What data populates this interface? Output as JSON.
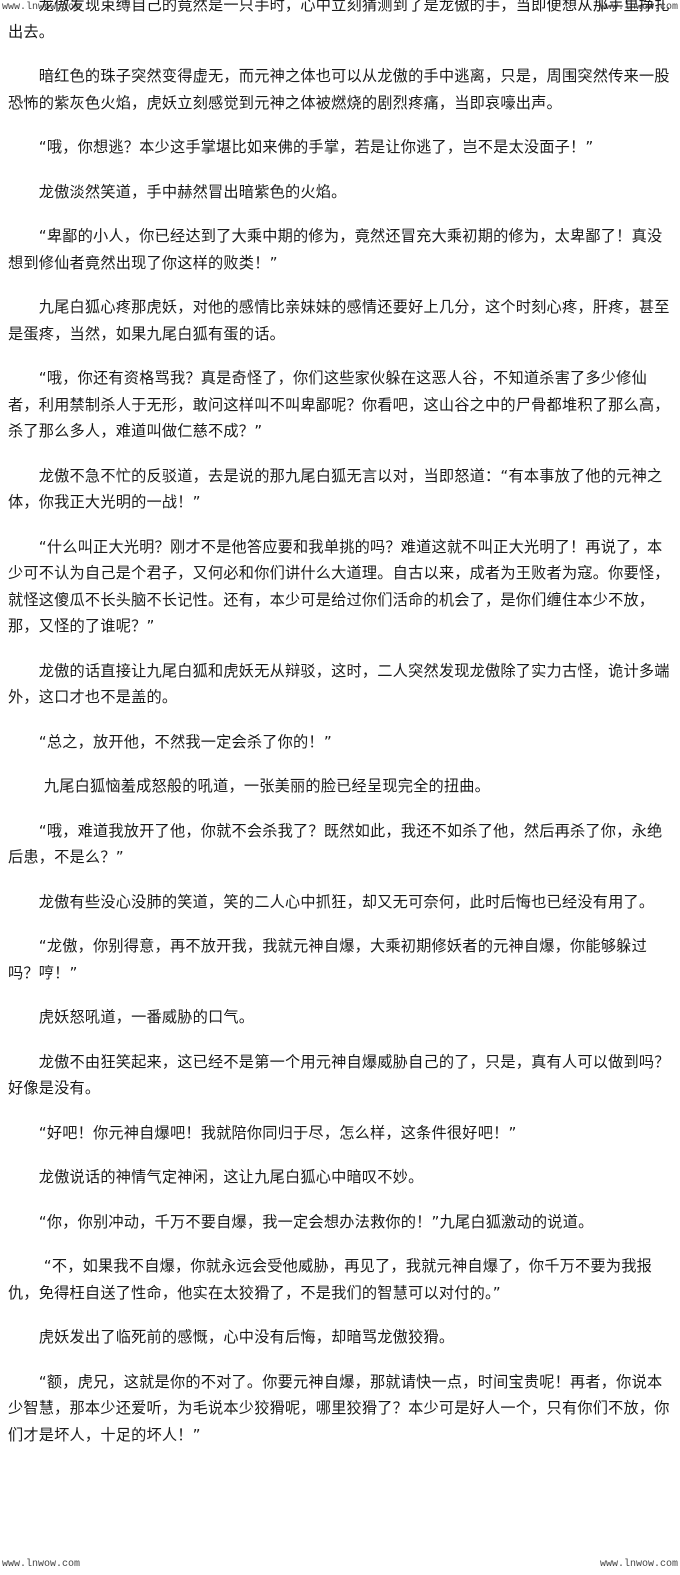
{
  "watermarks": {
    "top_left": "www.lnwow.com",
    "top_right": "www.lnwow.com",
    "bottom_left": "www.lnwow.com",
    "bottom_right": "www.lnwow.com"
  },
  "paragraphs": [
    "　　龙傲发现束缚自己的竟然是一只手时，心中立刻猜测到了是龙傲的手，当即便想从那手里挣扎出去。",
    "　　暗红色的珠子突然变得虚无，而元神之体也可以从龙傲的手中逃离，只是，周围突然传来一股恐怖的紫灰色火焰，虎妖立刻感觉到元神之体被燃烧的剧烈疼痛，当即哀嚎出声。",
    "　　“哦，你想逃？本少这手掌堪比如来佛的手掌，若是让你逃了，岂不是太没面子！”",
    "　　龙傲淡然笑道，手中赫然冒出暗紫色的火焰。",
    "　　“卑鄙的小人，你已经达到了大乘中期的修为，竟然还冒充大乘初期的修为，太卑鄙了！真没想到修仙者竟然出现了你这样的败类！”",
    "　　九尾白狐心疼那虎妖，对他的感情比亲妹妹的感情还要好上几分，这个时刻心疼，肝疼，甚至是蛋疼，当然，如果九尾白狐有蛋的话。",
    "　　“哦，你还有资格骂我？真是奇怪了，你们这些家伙躲在这恶人谷，不知道杀害了多少修仙者，利用禁制杀人于无形，敢问这样叫不叫卑鄙呢？你看吧，这山谷之中的尸骨都堆积了那么高，杀了那么多人，难道叫做仁慈不成？”",
    "　　龙傲不急不忙的反驳道，去是说的那九尾白狐无言以对，当即怒道：“有本事放了他的元神之体，你我正大光明的一战！”",
    "　　“什么叫正大光明？刚才不是他答应要和我单挑的吗？难道这就不叫正大光明了！再说了，本少可不认为自己是个君子，又何必和你们讲什么大道理。自古以来，成者为王败者为寇。你要怪，就怪这傻瓜不长头脑不长记性。还有，本少可是给过你们活命的机会了，是你们缠住本少不放，那，又怪的了谁呢？”",
    "　　龙傲的话直接让九尾白狐和虎妖无从辩驳，这时，二人突然发现龙傲除了实力古怪，诡计多端外，这口才也不是盖的。",
    "　　“总之，放开他，不然我一定会杀了你的！”",
    "　　 九尾白狐恼羞成怒般的吼道，一张美丽的脸已经呈现完全的扭曲。",
    "　　“哦，难道我放开了他，你就不会杀我了？既然如此，我还不如杀了他，然后再杀了你，永绝后患，不是么？”",
    "　　龙傲有些没心没肺的笑道，笑的二人心中抓狂，却又无可奈何，此时后悔也已经没有用了。",
    "　　“龙傲，你别得意，再不放开我，我就元神自爆，大乘初期修妖者的元神自爆，你能够躲过吗？哼！”",
    "　　虎妖怒吼道，一番威胁的口气。",
    "　　龙傲不由狂笑起来，这已经不是第一个用元神自爆威胁自己的了，只是，真有人可以做到吗？好像是没有。",
    "　　“好吧！你元神自爆吧！我就陪你同归于尽，怎么样，这条件很好吧！”",
    "　　龙傲说话的神情气定神闲，这让九尾白狐心中暗叹不妙。",
    "　　“你，你别冲动，千万不要自爆，我一定会想办法救你的！”九尾白狐激动的说道。",
    "　　 “不，如果我不自爆，你就永远会受他威胁，再见了，我就元神自爆了，你千万不要为我报仇，免得枉自送了性命，他实在太狡猾了，不是我们的智慧可以对付的。”",
    "　　虎妖发出了临死前的感慨，心中没有后悔，却暗骂龙傲狡猾。",
    "　　“额，虎兄，这就是你的不对了。你要元神自爆，那就请快一点，时间宝贵呢！再者，你说本少智慧，那本少还爱听，为毛说本少狡猾呢，哪里狡猾了？本少可是好人一个，只有你们不放，你们才是坏人，十足的坏人！”"
  ]
}
